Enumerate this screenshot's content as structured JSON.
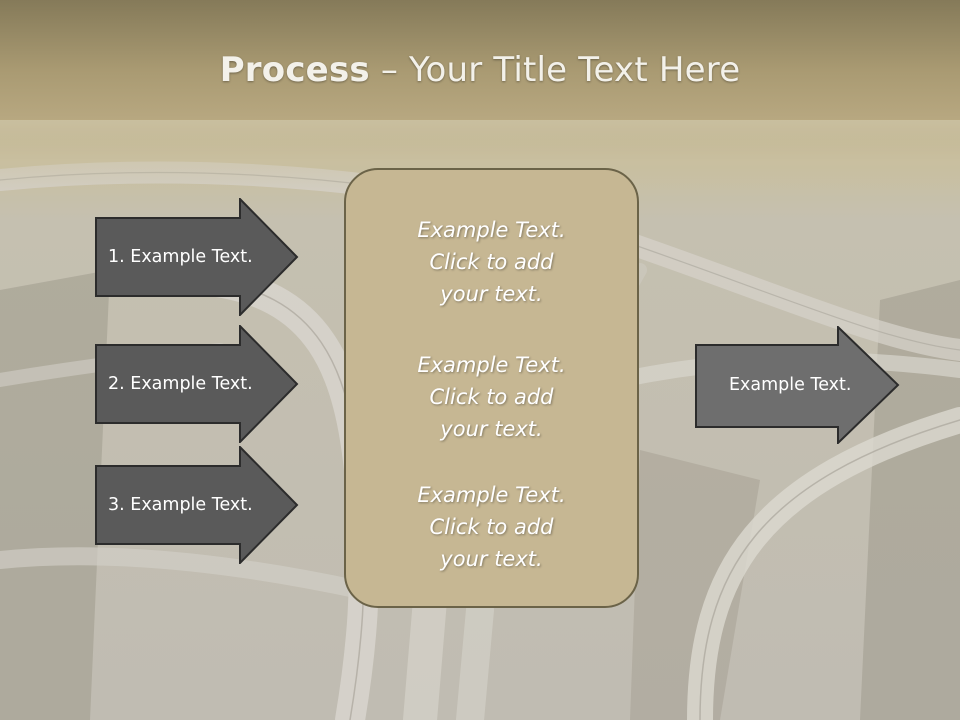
{
  "slide": {
    "title_strong": "Process",
    "title_rest": " – Your Title Text Here"
  },
  "inputs": [
    {
      "label": "1. Example Text."
    },
    {
      "label": "2. Example Text."
    },
    {
      "label": "3. Example Text."
    }
  ],
  "center_blocks": [
    {
      "line1": "Example Text.",
      "line2": "Click  to add",
      "line3": "your text."
    },
    {
      "line1": "Example Text.",
      "line2": "Click  to add",
      "line3": "your text."
    },
    {
      "line1": "Example Text.",
      "line2": "Click  to add",
      "line3": "your text."
    }
  ],
  "output": {
    "label": "Example Text."
  },
  "colors": {
    "header_band": "#a99a72",
    "input_arrow_fill": "#5a5a5a",
    "output_arrow_fill": "#6e6e6e",
    "arrow_border": "#2c2c2c",
    "center_box_fill": "#c6b793",
    "center_box_border": "#6b6348"
  },
  "background": "aerial view of highway interchange (faded)"
}
